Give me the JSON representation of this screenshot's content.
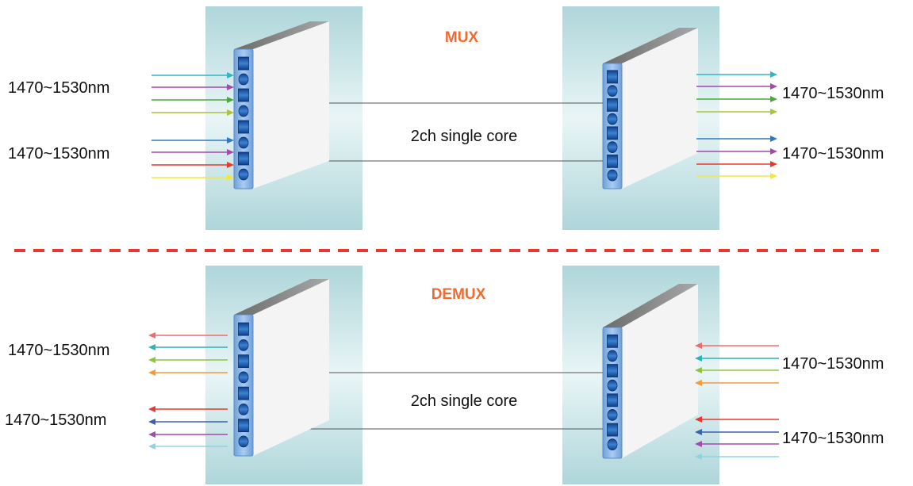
{
  "colors": {
    "accent": "#f26a2e",
    "divider": "#e8382f",
    "panel_top": "#aed6da",
    "panel_mid": "#e9f5f6",
    "device_face": "#e9e9ea",
    "device_front": "#8fb8e8",
    "port": "#2e6fc0",
    "fiber": "#555555"
  },
  "mux": {
    "title": "MUX",
    "core_label": "2ch single core",
    "left_labels": [
      "1470~1530nm",
      "1470~1530nm"
    ],
    "right_labels": [
      "1470~1530nm",
      "1470~1530nm"
    ],
    "arrow_colors": [
      "#33b6c1",
      "#a24ba8",
      "#4aa83c",
      "#a9c43b",
      "#2f78c4",
      "#a24ba8",
      "#e8382f",
      "#f1e93a"
    ]
  },
  "demux": {
    "title": "DEMUX",
    "core_label": "2ch single core",
    "left_labels": [
      "1470~1530nm",
      "1470~1530nm"
    ],
    "right_labels": [
      "1470~1530nm",
      "1470~1530nm"
    ],
    "left_arrow_colors": [
      "#ef6b6b",
      "#2fb1b8",
      "#8cc63f",
      "#f39a3b",
      "#e8382f",
      "#3d5fb0",
      "#a24ba8",
      "#8fd3de"
    ],
    "right_arrow_colors": [
      "#ef6b6b",
      "#2fb1b8",
      "#8cc63f",
      "#f39a3b",
      "#e8382f",
      "#3d5fb0",
      "#a24ba8",
      "#8fd3de"
    ]
  }
}
